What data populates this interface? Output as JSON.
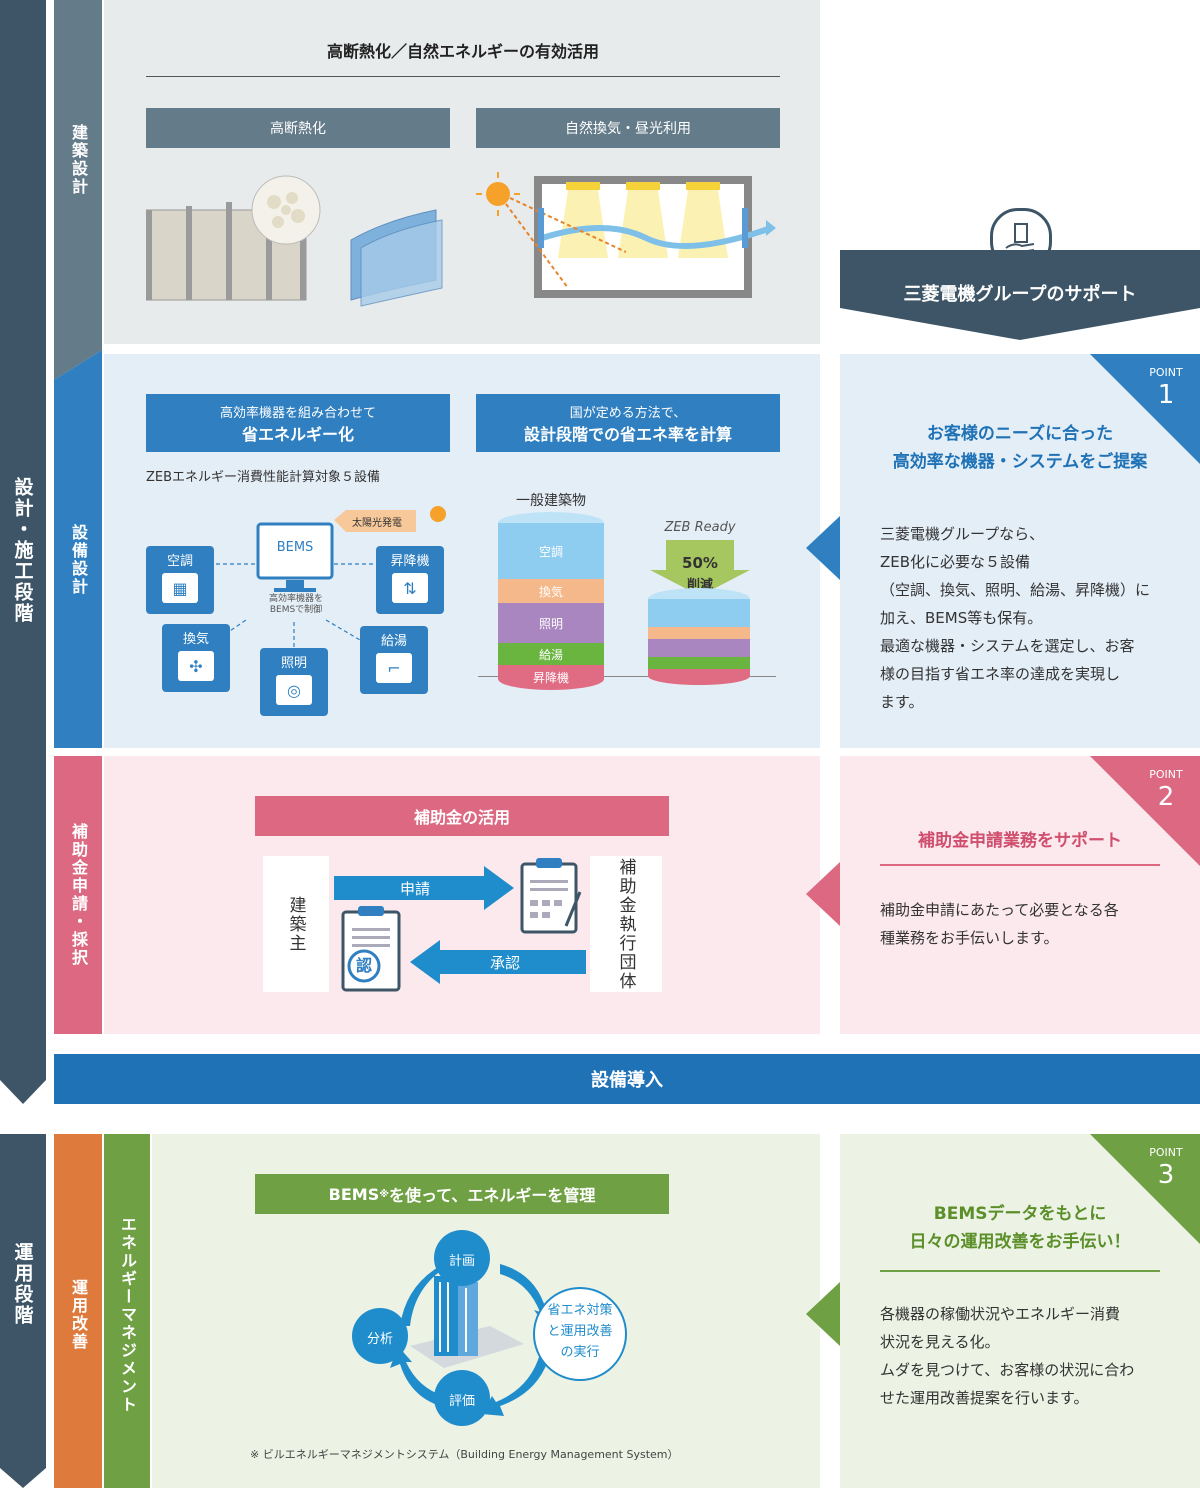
{
  "phases": {
    "design": "設計・施工段階",
    "operation": "運用段階"
  },
  "sections": {
    "architecture": "建築設計",
    "equipment": "設備設計",
    "subsidy": "補助金申請・採択",
    "improvement": "運用改善",
    "energy_mgmt": "エネルギーマネジメント"
  },
  "arch": {
    "title": "高断熱化／自然エネルギーの有効活用",
    "left_label": "高断熱化",
    "right_label": "自然換気・昼光利用"
  },
  "support": {
    "title": "三菱電機グループのサポート"
  },
  "equip": {
    "bar1_line1": "高効率機器を組み合わせて",
    "bar1_line2": "省エネルギー化",
    "bar2_line1": "国が定める方法で、",
    "bar2_line2": "設計段階での省エネ率を計算",
    "caption": "ZEBエネルギー消費性能計算対象５設備",
    "bems": "BEMS",
    "bems_note_line1": "高効率機器を",
    "bems_note_line2": "BEMSで制御",
    "solar": "太陽光発電",
    "devices": [
      "空調",
      "昇降機",
      "換気",
      "照明",
      "給湯"
    ],
    "general_building": "一般建築物",
    "zeb_ready": "ZEB Ready",
    "reduction_pct": "50%",
    "reduction_word": "削減",
    "layers": [
      "空調",
      "換気",
      "照明",
      "給湯",
      "昇降機"
    ]
  },
  "point1": {
    "point": "POINT",
    "num": "1",
    "head_line1": "お客様のニーズに合った",
    "head_line2": "高効率な機器・システムをご提案",
    "body": [
      "三菱電機グループなら、",
      "ZEB化に必要な５設備",
      "（空調、換気、照明、給湯、昇降機）に",
      "加え、BEMS等も保有。",
      "最適な機器・システムを選定し、お客",
      "様の目指す省エネ率の達成を実現し",
      "ます。"
    ]
  },
  "subsidy": {
    "title": "補助金の活用",
    "owner": "建築主",
    "agency_line1": "補助金",
    "agency_line2": "執行団体",
    "apply": "申請",
    "approve": "承認",
    "stamp": "認"
  },
  "point2": {
    "point": "POINT",
    "num": "2",
    "head": "補助金申請業務をサポート",
    "body": [
      "補助金申請にあたって必要となる各",
      "種業務をお手伝いします。"
    ]
  },
  "install": "設備導入",
  "bems_mgmt": {
    "title_pre": "BEMS",
    "title_mark": "※",
    "title_post": "を使って、エネルギーを管理",
    "plan": "計画",
    "analysis": "分析",
    "evaluation": "評価",
    "exec_line1": "省エネ対策",
    "exec_line2": "と運用改善",
    "exec_line3": "の実行",
    "footnote": "※ ビルエネルギーマネジメントシステム（Building Energy Management System）"
  },
  "point3": {
    "point": "POINT",
    "num": "3",
    "head_line1": "BEMSデータをもとに",
    "head_line2": "日々の運用改善をお手伝い！",
    "body": [
      "各機器の稼働状況やエネルギー消費",
      "状況を見える化。",
      "ムダを見つけて、お客様の状況に合わ",
      "せた運用改善提案を行います。"
    ]
  },
  "colors": {
    "phase": "#3d5566",
    "arch": "#647b8a",
    "equip": "#2f7fc1",
    "subsidy": "#dc6881",
    "improve": "#de7a3c",
    "energy": "#6fa043",
    "install": "#1f72b6"
  }
}
